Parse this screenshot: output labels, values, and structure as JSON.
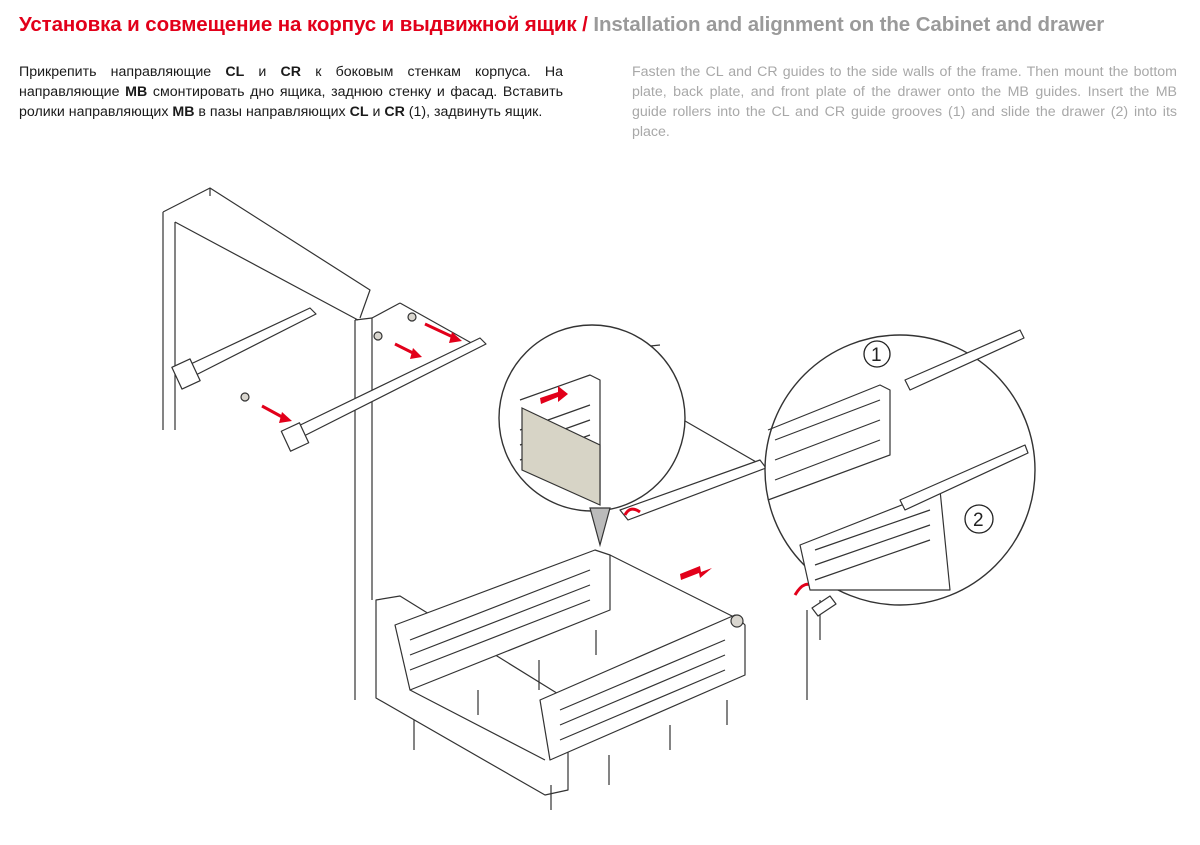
{
  "header": {
    "title_ru": "Установка и совмещение на корпус и выдвижной ящик",
    "separator": "/",
    "title_en": "Installation and alignment on the Cabinet and drawer"
  },
  "instructions_ru": {
    "s1": "Прикрепить направляющие ",
    "b1": "CL",
    "s2": " и ",
    "b2": "CR",
    "s3": " к боковым стенкам корпуса. На направляющие ",
    "b3": "MB",
    "s4": " смонтировать дно ящика, заднюю стенку и фасад. Вставить ролики направляющих ",
    "b4": "MB",
    "s5": " в пазы направляющих ",
    "b5": "CL",
    "s6": " и ",
    "b6": "CR",
    "s7": " (1), задвинуть ящик."
  },
  "instructions_en": "Fasten the CL and CR guides to the side walls of the frame. Then mount the bottom plate, back plate, and front plate of the drawer onto the MB guides. Insert the MB guide rollers into the CL and CR guide grooves (1) and slide the drawer (2) into its place.",
  "illustration": {
    "callout_1": "1",
    "callout_2": "2",
    "accent_color": "#e2001a"
  }
}
